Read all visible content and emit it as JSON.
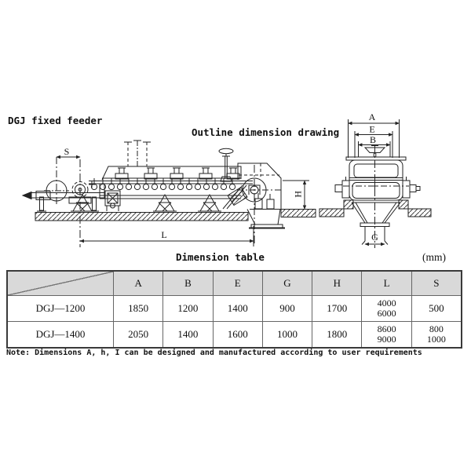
{
  "titles": {
    "product": "DGJ fixed feeder",
    "drawing": "Outline dimension drawing"
  },
  "drawing_labels": {
    "S": "S",
    "L": "L",
    "H": "H",
    "A": "A",
    "E": "E",
    "B": "B",
    "G": "G"
  },
  "table": {
    "title": "Dimension table",
    "unit": "(mm)",
    "columns": [
      "A",
      "B",
      "E",
      "G",
      "H",
      "L",
      "S"
    ],
    "rows": [
      {
        "model": "DGJ—1200",
        "values": [
          "1850",
          "1200",
          "1400",
          "900",
          "1700",
          "4000\n6000",
          "500"
        ]
      },
      {
        "model": "DGJ—1400",
        "values": [
          "2050",
          "1400",
          "1600",
          "1000",
          "1800",
          "8600\n9000",
          "800\n1000"
        ]
      }
    ]
  },
  "note": "Note: Dimensions A, h, I can be designed and manufactured according to user requirements",
  "colors": {
    "line": "#222222",
    "table_header_bg": "#d9d9d9",
    "table_border": "#3a3a3a"
  }
}
